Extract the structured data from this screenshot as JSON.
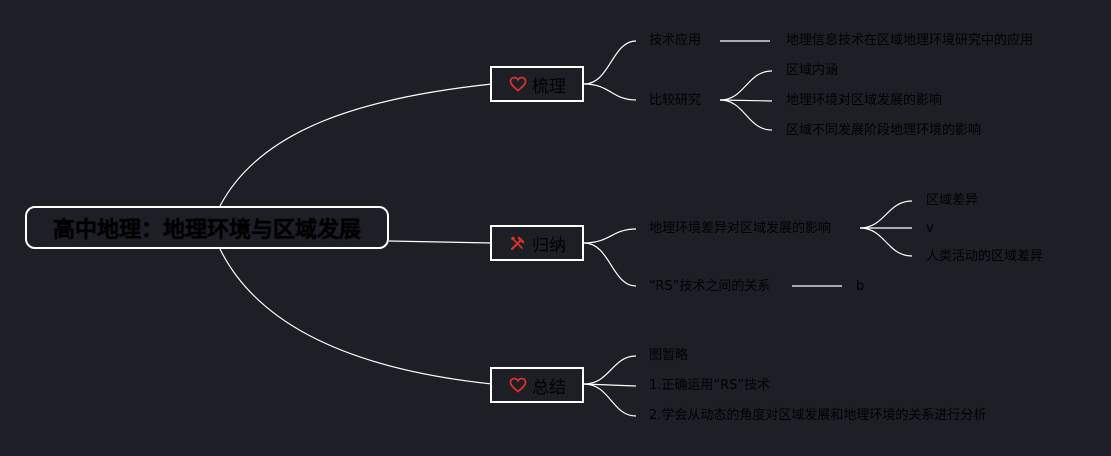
{
  "root": {
    "label": "高中地理：地理环境与区域发展"
  },
  "branches": [
    {
      "label": "梳理",
      "icon": "heart-icon",
      "children": [
        {
          "label": "技术应用",
          "children": [
            {
              "label": "地理信息技术在区域地理环境研究中的应用"
            }
          ]
        },
        {
          "label": "比较研究",
          "children": [
            {
              "label": "区域内涵"
            },
            {
              "label": "地理环境对区域发展的影响"
            },
            {
              "label": "区域不同发展阶段地理环境的影响"
            }
          ]
        }
      ]
    },
    {
      "label": "归纳",
      "icon": "tools-icon",
      "children": [
        {
          "label": "地理环境差异对区域发展的影响",
          "children": [
            {
              "label": "区域差异"
            },
            {
              "label": "v"
            },
            {
              "label": "人类活动的区域差异"
            }
          ]
        },
        {
          "label": "“RS”技术之间的关系",
          "children": [
            {
              "label": "b"
            }
          ]
        }
      ]
    },
    {
      "label": "总结",
      "icon": "heart-icon",
      "children": [
        {
          "label": "图暂略"
        },
        {
          "label": "1.正确运用“RS”技术"
        },
        {
          "label": "2.学会从动态的角度对区域发展和地理环境的关系进行分析"
        }
      ]
    }
  ],
  "colors": {
    "background": "#1c1f26",
    "line": "#ffffff",
    "icon": "#d9302c",
    "text": "#000000"
  }
}
